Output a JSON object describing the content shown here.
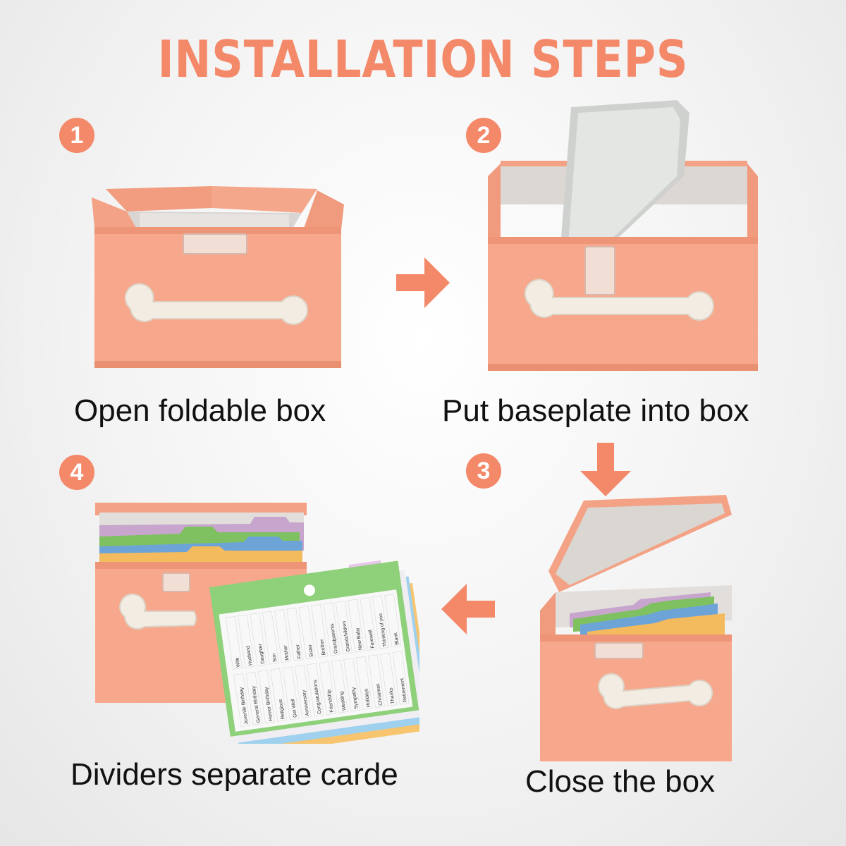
{
  "title": "INSTALLATION STEPS",
  "colors": {
    "accent": "#f4896a",
    "box": "#f7a88c",
    "box_dark": "#e9917a",
    "liner": "#e4e0dc",
    "handle": "#f3ece2"
  },
  "steps": [
    {
      "number": "1",
      "caption": "Open foldable box"
    },
    {
      "number": "2",
      "caption": "Put baseplate into box"
    },
    {
      "number": "3",
      "caption": "Close the box"
    },
    {
      "number": "4",
      "caption": "Dividers separate carde"
    }
  ],
  "divider_labels": [
    [
      "Juvenile Birthday",
      "Wife"
    ],
    [
      "General Birthday",
      "Husband"
    ],
    [
      "Humor Birthday",
      "Daughter"
    ],
    [
      "Religious",
      "Son"
    ],
    [
      "Get Well",
      "Mother"
    ],
    [
      "Anniversary",
      "Father"
    ],
    [
      "Congratulations",
      "Sister"
    ],
    [
      "Friendship",
      "Brother"
    ],
    [
      "Wedding",
      "Grandparents"
    ],
    [
      "Sympathy",
      "Grandchildren"
    ],
    [
      "Holidays",
      "New Baby"
    ],
    [
      "Christmas",
      "Farewell"
    ],
    [
      "Thanks",
      "Thinking of you"
    ],
    [
      "Retirement",
      "Blank"
    ]
  ],
  "icons": {
    "right_arrow": "arrow-right-icon",
    "down_arrow": "arrow-down-icon",
    "left_arrow": "arrow-left-icon"
  }
}
